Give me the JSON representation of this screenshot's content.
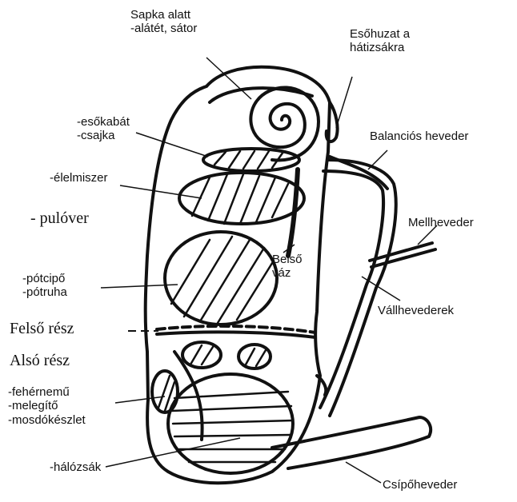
{
  "labels": {
    "top_pocket": [
      "Sapka alatt",
      "-alátét, sátor"
    ],
    "rain_cover": [
      "Esőhuzat a",
      "hátizsákra"
    ],
    "balance_strap": "Balanciós heveder",
    "raincoat": [
      "-esőkabát",
      "-csajka"
    ],
    "food": "-élelmiszer",
    "sweater": "- pulóver",
    "chest_strap": "Mellheveder",
    "inner_frame": [
      "Belső",
      "váz"
    ],
    "spare_shoes": [
      "-pótcipő",
      "-pótruha"
    ],
    "shoulder_straps": "Vállhevederek",
    "upper_part": "Felső rész",
    "lower_part": "Alsó rész",
    "underwear": [
      "-fehérnemű",
      "-melegítő",
      "-mosdókészlet"
    ],
    "sleeping_bag": "-hálózsák",
    "hip_belt": "Csípőheveder"
  }
}
